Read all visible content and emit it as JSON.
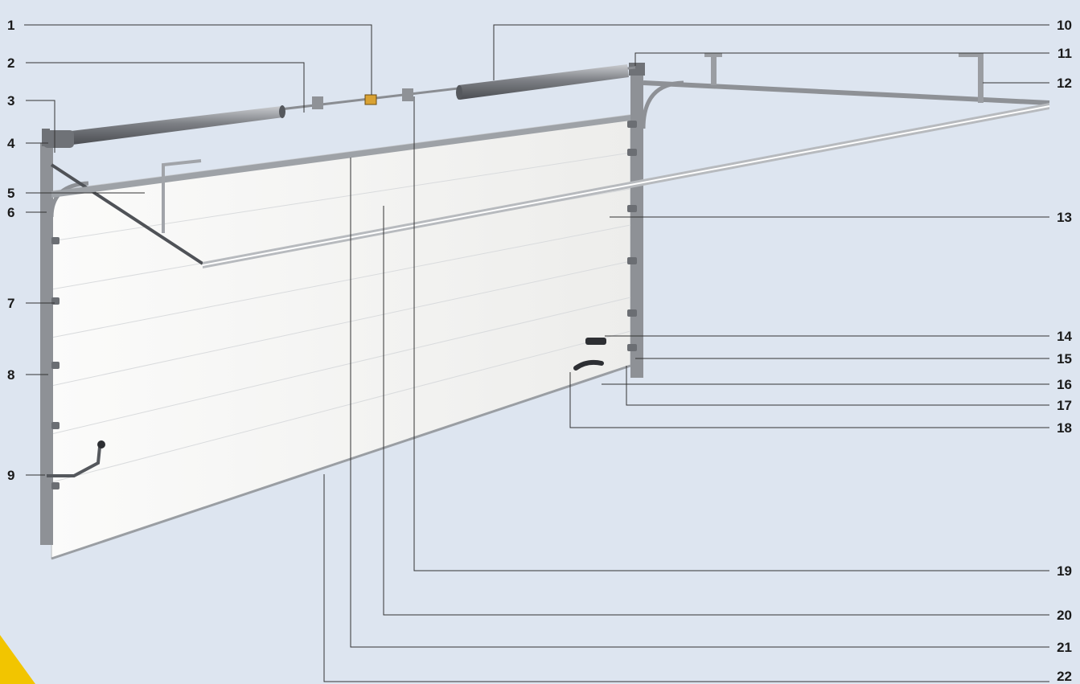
{
  "colors": {
    "background": "#dde5f0",
    "panel": "#f3f3f1",
    "frame": "#8e9196",
    "leader": "#333333",
    "corner_accent": "#f2c500"
  },
  "callouts": {
    "c1": "1",
    "c2": "2",
    "c3": "3",
    "c4": "4",
    "c5": "5",
    "c6": "6",
    "c7": "7",
    "c8": "8",
    "c9": "9",
    "c10": "10",
    "c11": "11",
    "c12": "12",
    "c13": "13",
    "c14": "14",
    "c15": "15",
    "c16": "16",
    "c17": "17",
    "c18": "18",
    "c19": "19",
    "c20": "20",
    "c21": "21",
    "c22": "22"
  }
}
